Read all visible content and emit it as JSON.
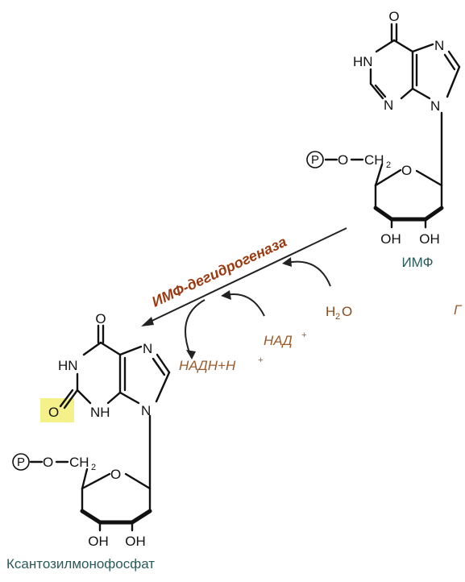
{
  "atoms": {
    "o": "O",
    "n": "N",
    "hn": "HN",
    "nh": "NH",
    "oh": "OH",
    "ch": "CH",
    "ch_sub": "2",
    "o_link": "O",
    "p": "P"
  },
  "substrate": {
    "name": "ИМФ"
  },
  "product": {
    "name": "Ксантозилмонофосфат"
  },
  "reaction": {
    "enzyme": "ИМФ-дегидрогеназа",
    "water_h": "H",
    "water_sub": "2",
    "water_o": "O",
    "nad": "НАД",
    "nad_sup": "+",
    "nadh": "НАДН+Н",
    "nadh_sup": "+",
    "edge_fragment": "Г"
  },
  "colors": {
    "enzyme": "#9b3a12",
    "cofactor": "#9a5a2a",
    "metabolite_label": "#2b5a5a",
    "highlight": "#f4f08a"
  }
}
